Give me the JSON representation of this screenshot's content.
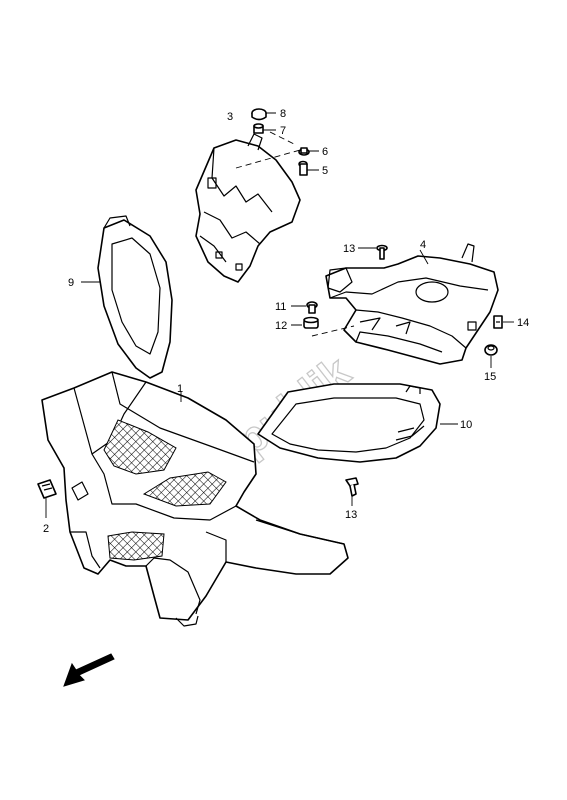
{
  "callouts": {
    "c1": "1",
    "c2": "2",
    "c3": "3",
    "c4": "4",
    "c5": "5",
    "c6": "6",
    "c7": "7",
    "c8": "8",
    "c9": "9",
    "c10": "10",
    "c11": "11",
    "c12": "12",
    "c13a": "13",
    "c13b": "13",
    "c14": "14",
    "c15": "15"
  },
  "watermark": {
    "text": "PartsRepublik"
  },
  "direction_arrow": {
    "icon": "front-direction-arrow-icon"
  }
}
